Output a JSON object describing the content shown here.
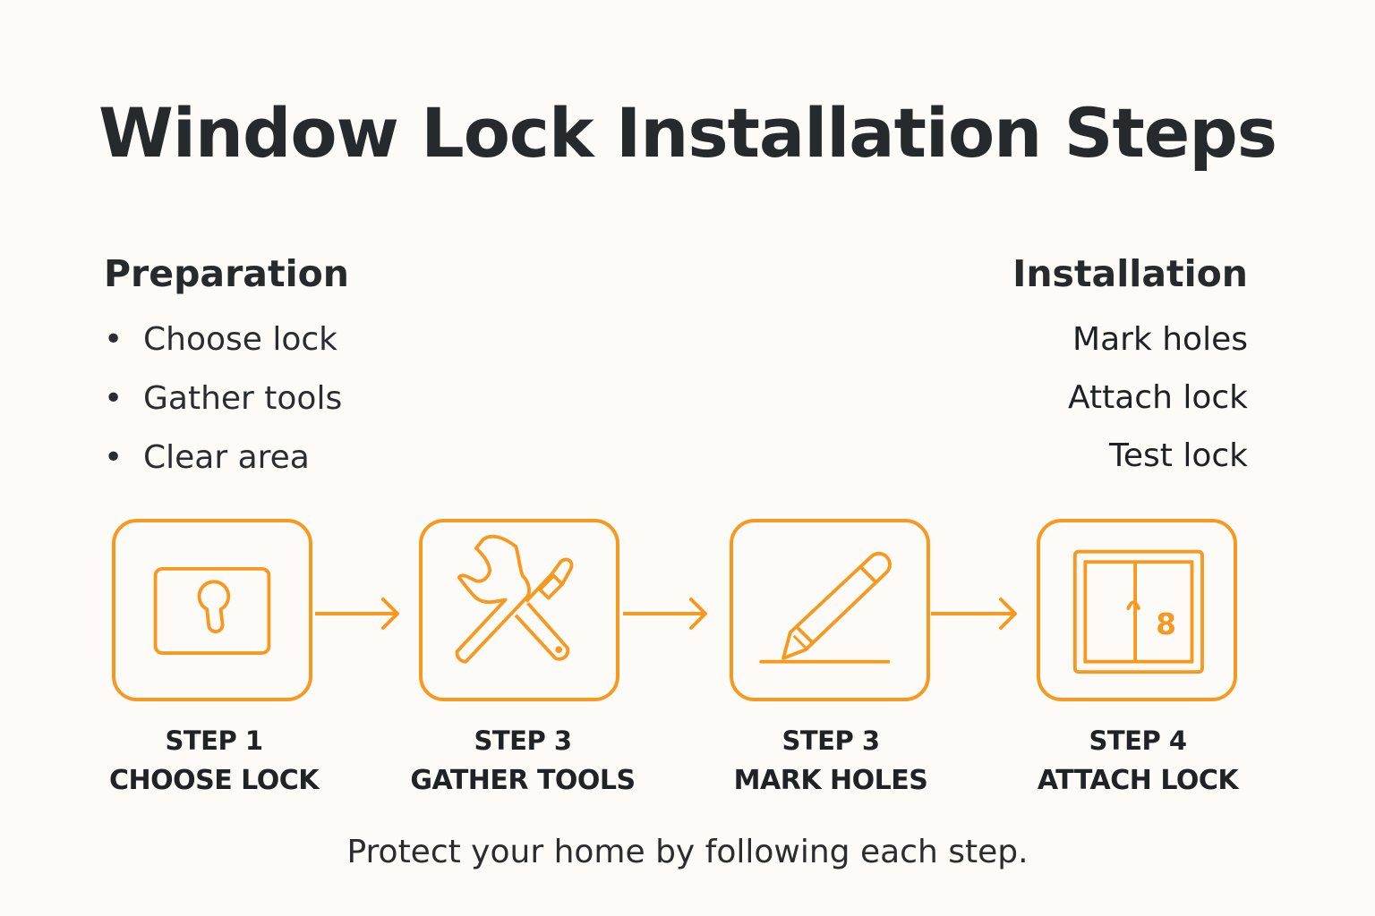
{
  "title": "Window Lock Installation Steps",
  "preparation": {
    "heading": "Preparation",
    "items": [
      "Choose lock",
      "Gather tools",
      "Clear area"
    ]
  },
  "installation": {
    "heading": "Installation",
    "items": [
      "Mark holes",
      "Attach lock",
      "Test lock"
    ]
  },
  "steps": [
    {
      "number": "STEP 1",
      "name": "CHOOSE LOCK",
      "icon": "keyhole-icon"
    },
    {
      "number": "STEP 3",
      "name": "GATHER TOOLS",
      "icon": "tools-icon"
    },
    {
      "number": "STEP 3",
      "name": "MARK HOLES",
      "icon": "pencil-icon"
    },
    {
      "number": "STEP 4",
      "name": "ATTACH LOCK",
      "icon": "window-icon"
    }
  ],
  "window_icon_digit": "8",
  "footer": "Protect your home by following each step.",
  "colors": {
    "accent": "#f7981f",
    "background": "#fdfbf7",
    "text": "#262a2c"
  }
}
